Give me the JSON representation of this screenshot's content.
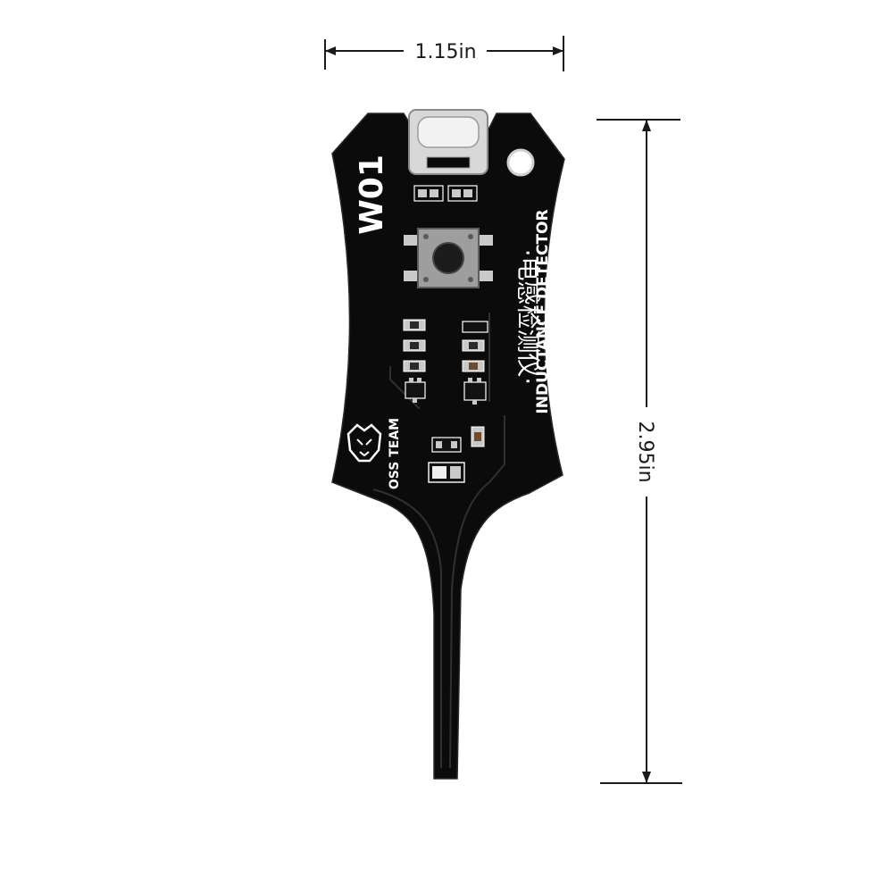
{
  "dimensions": {
    "width_label": "1.15in",
    "height_label": "2.95in"
  },
  "board": {
    "model": "W01",
    "title_cn": "·电感检测仪·",
    "title_en": "INDUCTANCE DETECTOR",
    "brand": "OSS TEAM"
  },
  "colors": {
    "board": "#0b0b0b",
    "silkscreen": "#ffffff",
    "copper_pad": "#c9c9c9",
    "dimension_line": "#1a1a1a"
  }
}
